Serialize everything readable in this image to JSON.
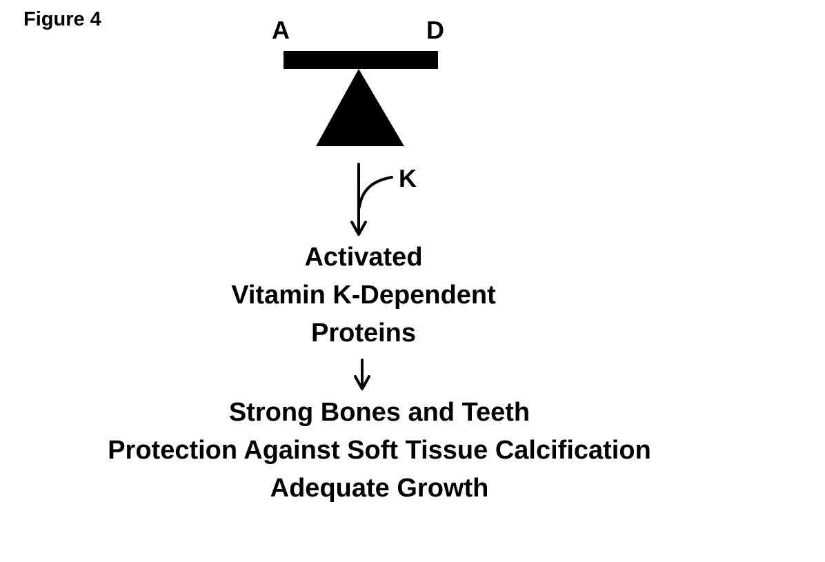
{
  "figure_label": "Figure 4",
  "seesaw": {
    "left_label": "A",
    "right_label": "D"
  },
  "cofactor_label": "K",
  "proteins": {
    "lines": [
      "Activated",
      "Vitamin K-Dependent",
      "Proteins"
    ]
  },
  "outcomes": {
    "lines": [
      "Strong Bones and Teeth",
      "Protection Against Soft Tissue Calcification",
      "Adequate Growth"
    ]
  }
}
